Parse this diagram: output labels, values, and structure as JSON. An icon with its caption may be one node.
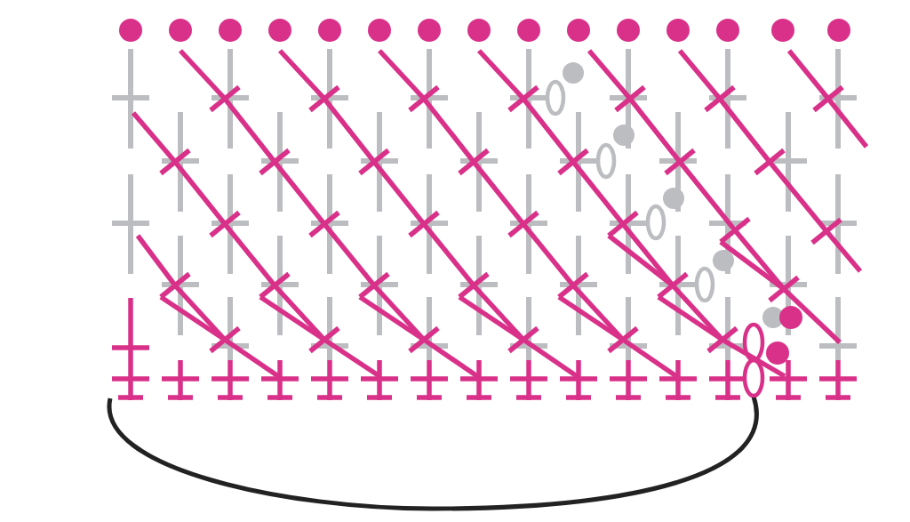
{
  "diagram": {
    "nodes": [
      {
        "text": [],
        "shape": "cross"
      },
      {
        "text": [],
        "shape": "oval"
      },
      {
        "text": [],
        "shape": "oval"
      }
    ],
    "edges": [
      {
        "from": 0,
        "to": 2,
        "arrow": "none"
      }
    ]
  }
}
